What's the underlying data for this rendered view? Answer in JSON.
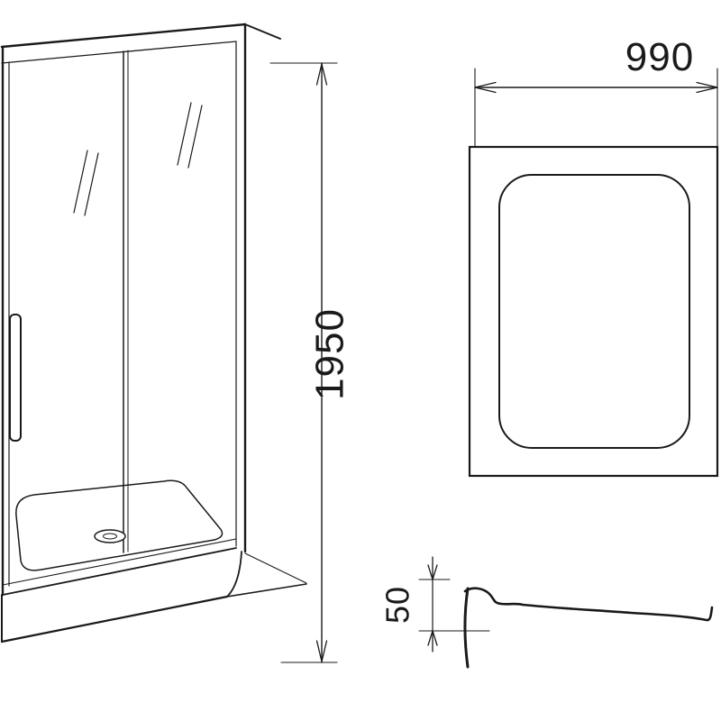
{
  "diagram": {
    "type": "technical-drawing",
    "subject": "shower enclosure with sliding door and tray",
    "dimensions": {
      "height_label": "1950",
      "width_label": "990",
      "tray_depth_label": "50"
    },
    "colors": {
      "line": "#1a1a1a",
      "background": "#ffffff"
    }
  }
}
